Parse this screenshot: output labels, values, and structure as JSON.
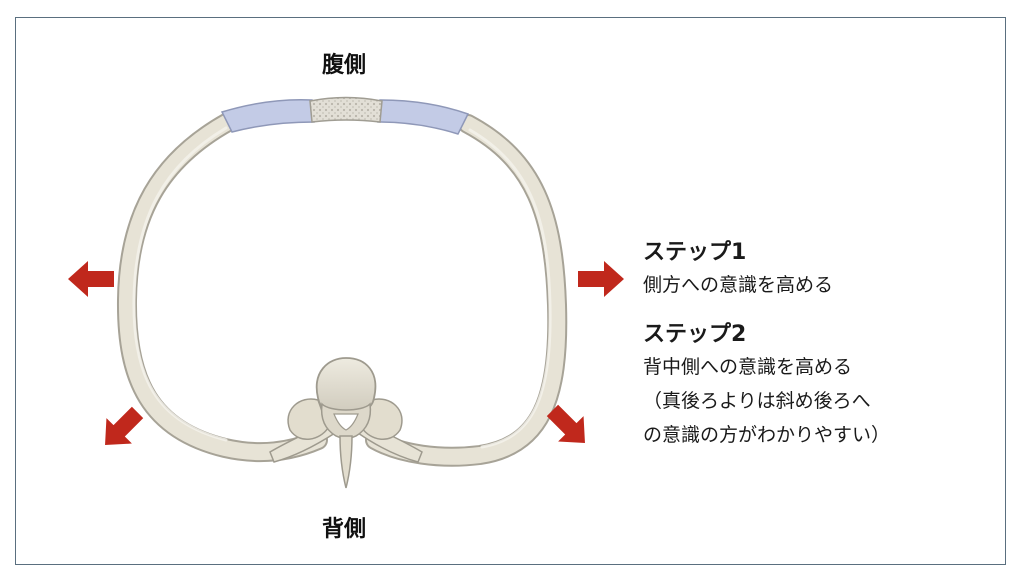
{
  "labels": {
    "ventral": "腹側",
    "dorsal": "背側"
  },
  "steps": [
    {
      "title": "ステップ1",
      "lines": [
        "側方への意識を高める"
      ]
    },
    {
      "title": "ステップ2",
      "lines": [
        "背中側への意識を高める",
        "（真後ろよりは斜め後ろへ",
        "の意識の方がわかりやすい）"
      ]
    }
  ],
  "colors": {
    "frame": "#5a6f7f",
    "bone": "#e7e3d6",
    "bone_outline": "#a7a397",
    "cartilage": "#c3cbe6",
    "sternum": "#d9d6cc",
    "arrow": "#c0281c"
  },
  "icons": [
    "arrow-left-icon",
    "arrow-right-icon",
    "arrow-down-left-icon",
    "arrow-down-right-icon"
  ]
}
